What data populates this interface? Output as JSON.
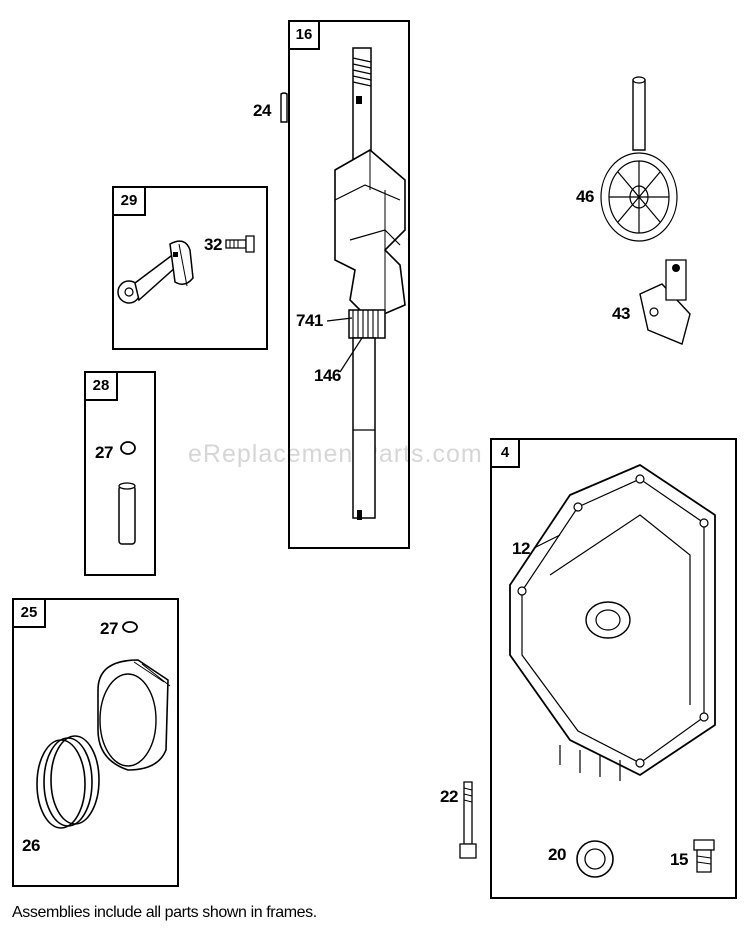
{
  "watermark": "eReplacementParts.com",
  "footnote": "Assemblies include all parts shown in frames.",
  "frames": {
    "crankshaft": "16",
    "connecting_rod": "29",
    "piston_pin": "28",
    "piston": "25",
    "crankcase": "4"
  },
  "callouts": {
    "p24": "24",
    "p32": "32",
    "p741": "741",
    "p146": "146",
    "p27a": "27",
    "p27b": "27",
    "p26": "26",
    "p46": "46",
    "p43": "43",
    "p12": "12",
    "p22": "22",
    "p20": "20",
    "p15": "15"
  }
}
